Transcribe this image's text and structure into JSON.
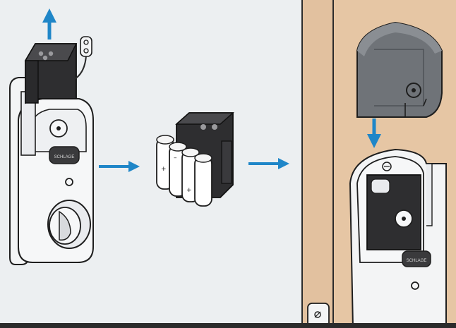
{
  "illustration": {
    "steps": [
      {
        "name": "remove-battery-pack"
      },
      {
        "name": "replace-aa-batteries"
      },
      {
        "name": "reinstall-and-cover"
      }
    ],
    "logo_text": "SCHLAGE",
    "colors": {
      "background": "#eceff1",
      "wood": "#e2c19f",
      "wood_edge": "#c9a27b",
      "arrow_blue": "#1f86c8",
      "battery_pack": "#2e2e30",
      "cover_gray": "#6f7378",
      "lock_body": "#f3f4f5",
      "footer_bar": "#2b2b2b"
    }
  }
}
